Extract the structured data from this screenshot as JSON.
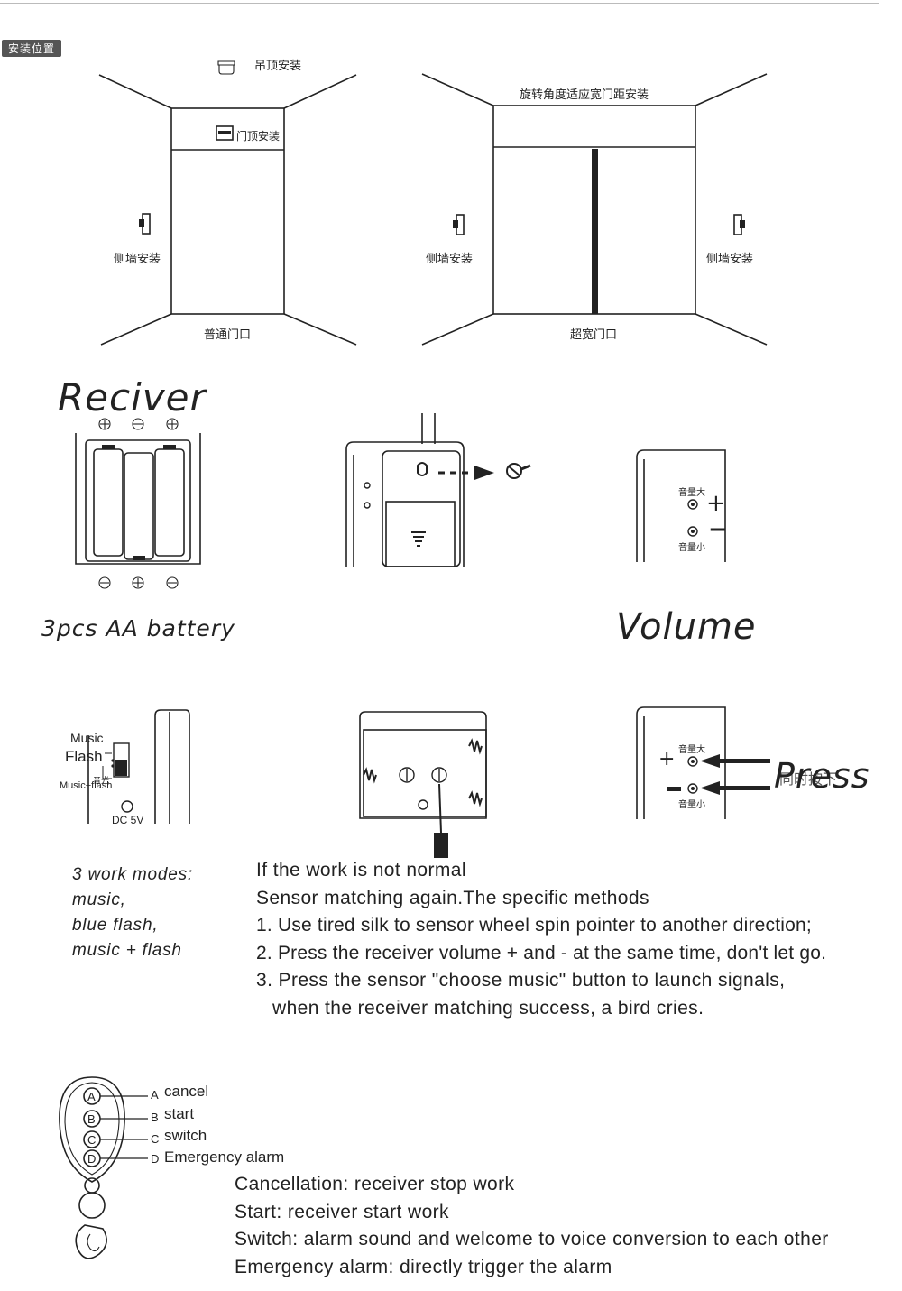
{
  "section_tag": "安装位置",
  "install": {
    "ceiling": "吊顶安装",
    "door_top": "门顶安装",
    "side_wall_left": "侧墙安装",
    "normal_door": "普通门口",
    "rotate": "旋转角度适应宽门距安装",
    "side_wall_a": "侧墙安装",
    "side_wall_b": "侧墙安装",
    "wide_door": "超宽门口"
  },
  "receiver": {
    "title": "Reciver",
    "battery_caption": "3pcs AA battery",
    "volume_title": "Volume",
    "vol_up": "音量大",
    "vol_down": "音量小",
    "plus": "+",
    "minus": "−",
    "press_label": "Press",
    "press_overlay": "同时按下"
  },
  "modes_switch": {
    "music": "Music",
    "flash": "Flash",
    "music_flash": "Music+flash",
    "switch_cn": "音光",
    "dc": "DC 5V"
  },
  "work_modes": {
    "l1": "3 work modes:",
    "l2": "music,",
    "l3": "blue flash,",
    "l4": "music + flash"
  },
  "instructions": {
    "l1": "If the work is not normal",
    "l2": "Sensor matching again.The specific methods",
    "l3": "1. Use tired silk to sensor wheel spin pointer to another direction;",
    "l4": "2. Press the receiver volume + and - at the same time, don't let go.",
    "l5": "3. Press the sensor \"choose music\" button to launch signals,",
    "l6": "when the receiver matching success, a bird cries."
  },
  "remote": {
    "buttons": [
      "A",
      "B",
      "C",
      "D"
    ],
    "labels": [
      "cancel",
      "start",
      "switch",
      "Emergency alarm"
    ],
    "desc1": "Cancellation: receiver  stop work",
    "desc2": "Start: receiver start  work",
    "desc3": "Switch: alarm sound and welcome to voice conversion to each other",
    "desc4": "Emergency alarm: directly trigger the alarm"
  }
}
